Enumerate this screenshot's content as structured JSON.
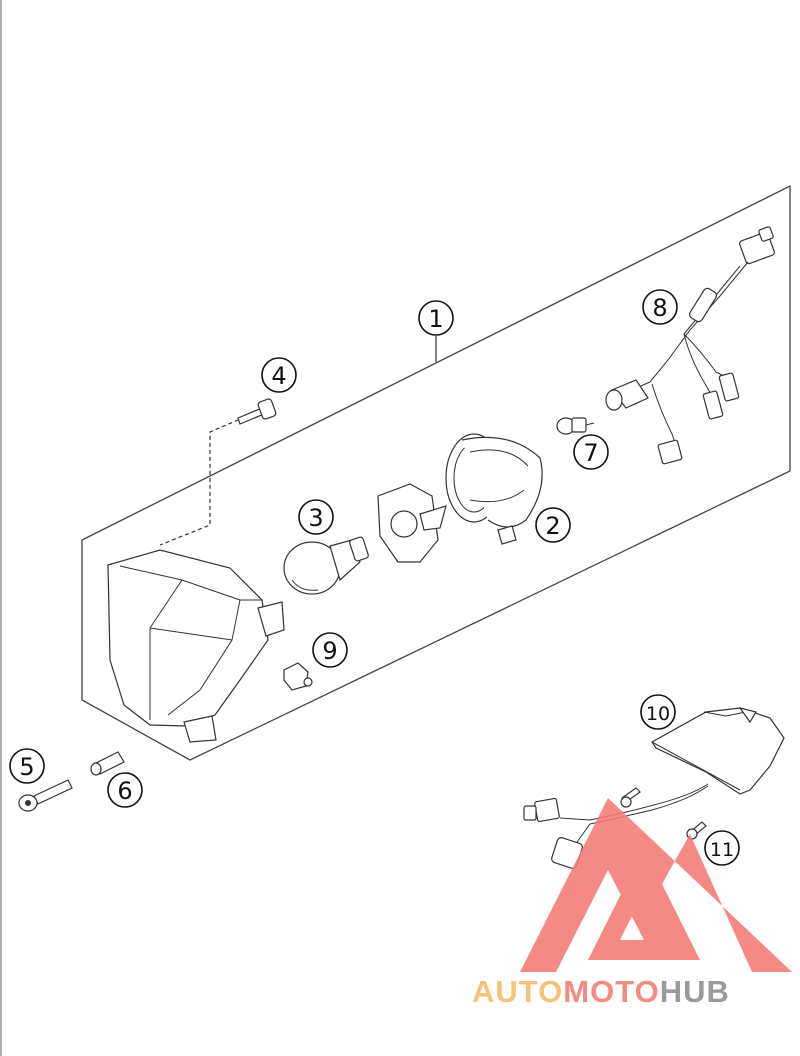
{
  "callouts": [
    {
      "id": "1",
      "label": "1"
    },
    {
      "id": "2",
      "label": "2"
    },
    {
      "id": "3",
      "label": "3"
    },
    {
      "id": "4",
      "label": "4"
    },
    {
      "id": "5",
      "label": "5"
    },
    {
      "id": "6",
      "label": "6"
    },
    {
      "id": "7",
      "label": "7"
    },
    {
      "id": "8",
      "label": "8"
    },
    {
      "id": "9",
      "label": "9"
    },
    {
      "id": "10",
      "label": "10"
    },
    {
      "id": "11",
      "label": "11"
    }
  ],
  "watermark": {
    "part1": "AUTO",
    "part2": "MOTO",
    "part3": "HUB",
    "color1": "#f6c27a",
    "color2": "#f48a80",
    "color3": "#9a9a9a",
    "logo_color": "#f27a72"
  }
}
